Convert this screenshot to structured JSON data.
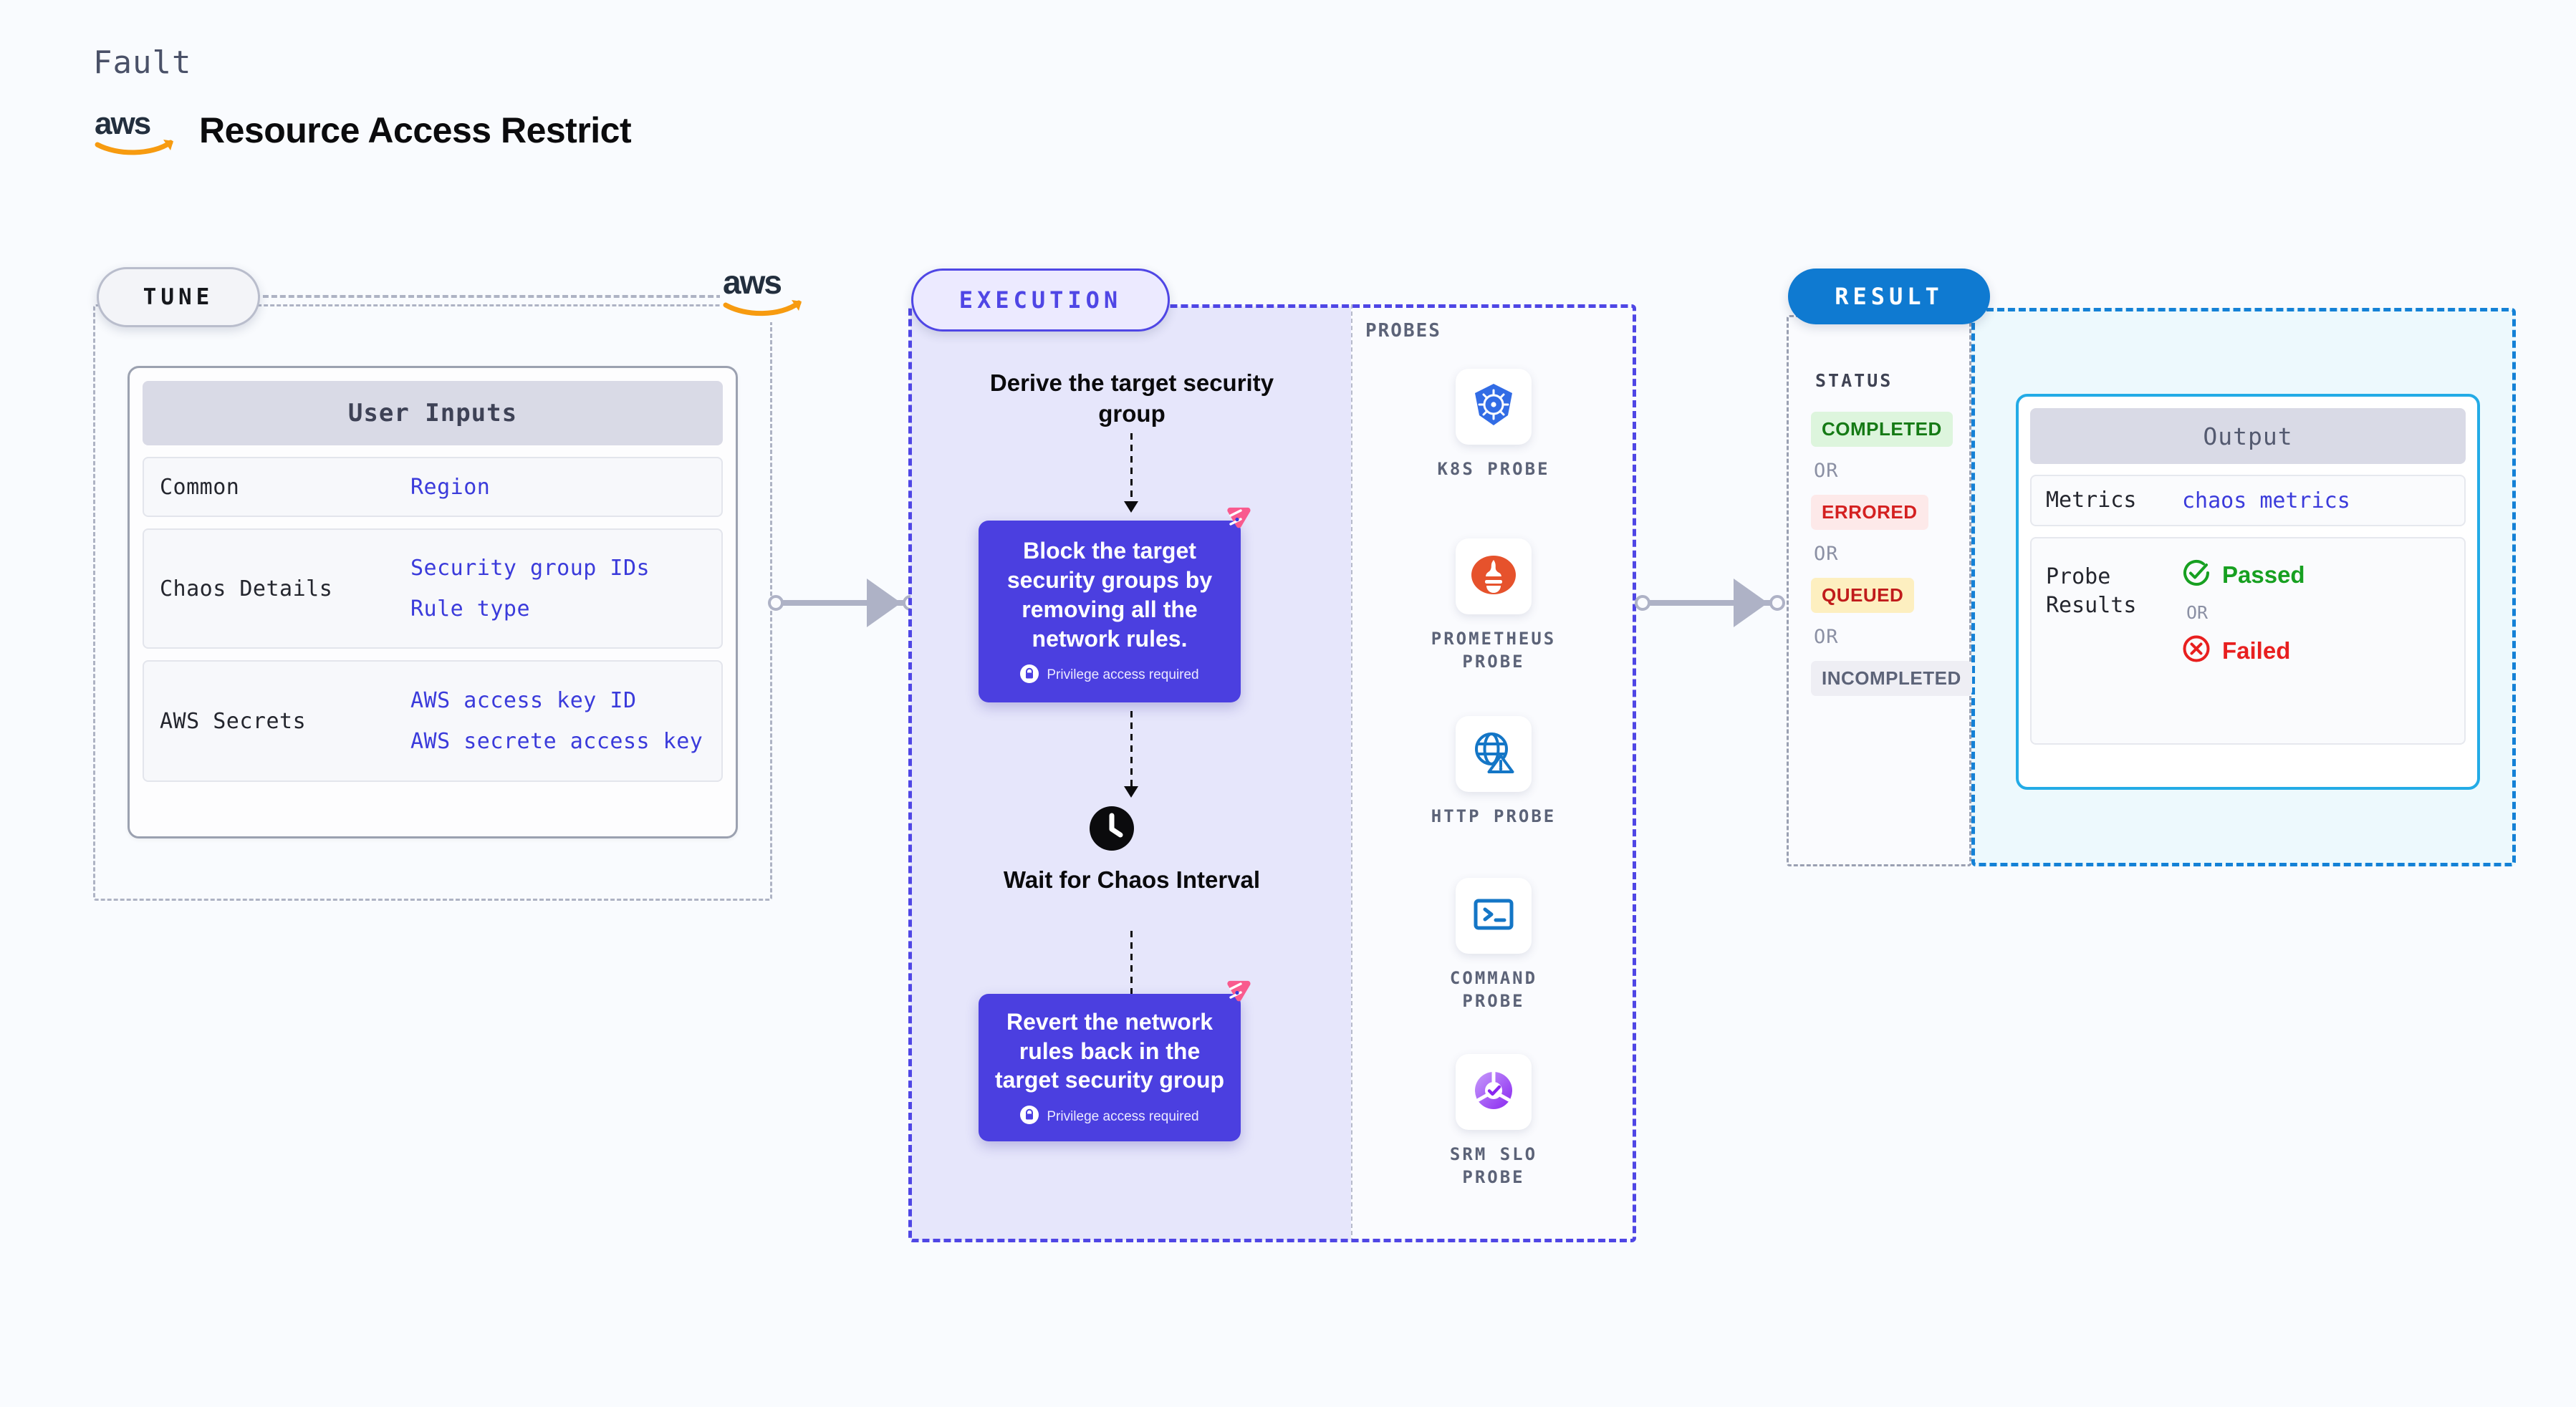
{
  "header": {
    "eyebrow": "Fault",
    "title": "Resource Access Restrict",
    "logo_icon": "aws-logo-icon"
  },
  "tune": {
    "pill_label": "TUNE",
    "badge_icon": "aws-logo-icon",
    "card_title": "User Inputs",
    "rows": [
      {
        "label": "Common",
        "values": [
          "Region"
        ]
      },
      {
        "label": "Chaos Details",
        "values": [
          "Security group IDs",
          "Rule type"
        ]
      },
      {
        "label": "AWS Secrets",
        "values": [
          "AWS access key ID",
          "AWS secrete access key"
        ]
      }
    ]
  },
  "execution": {
    "pill_label": "EXECUTION",
    "step_derive": "Derive the target security group",
    "step_wait": "Wait for Chaos Interval",
    "wait_icon": "clock-icon",
    "cards": [
      {
        "title": "Block the target security groups by removing all the network rules.",
        "privilege": "Privilege access required",
        "lock_icon": "lock-icon",
        "corner_icon": "harness-logo-icon"
      },
      {
        "title": "Revert the network rules back in the target security group",
        "privilege": "Privilege access required",
        "lock_icon": "lock-icon",
        "corner_icon": "harness-logo-icon"
      }
    ]
  },
  "probes": {
    "section_label": "PROBES",
    "items": [
      {
        "label": "K8S PROBE",
        "icon": "kubernetes-icon"
      },
      {
        "label": "PROMETHEUS PROBE",
        "icon": "prometheus-icon"
      },
      {
        "label": "HTTP PROBE",
        "icon": "http-globe-warning-icon"
      },
      {
        "label": "COMMAND PROBE",
        "icon": "terminal-icon"
      },
      {
        "label": "SRM SLO PROBE",
        "icon": "srm-slo-icon"
      }
    ]
  },
  "result": {
    "pill_label": "RESULT",
    "status_label": "STATUS",
    "or_label": "OR",
    "statuses": [
      {
        "label": "COMPLETED",
        "bg": "#ddf5dd",
        "fg": "#157a15"
      },
      {
        "label": "ERRORED",
        "bg": "#fde9e9",
        "fg": "#d42020"
      },
      {
        "label": "QUEUED",
        "bg": "#fdefc0",
        "fg": "#c01b1b"
      },
      {
        "label": "INCOMPLETED",
        "bg": "#eeeef4",
        "fg": "#5c6378"
      }
    ],
    "output": {
      "card_title": "Output",
      "metrics_label": "Metrics",
      "metrics_value": "chaos metrics",
      "probe_results_label": "Probe Results",
      "passed_label": "Passed",
      "passed_icon": "check-circle-icon",
      "failed_label": "Failed",
      "failed_icon": "x-circle-icon",
      "or_label": "OR"
    }
  },
  "colors": {
    "background": "#f9fbfe",
    "accent_indigo": "#4f46e5",
    "accent_blue": "#0f7ad1",
    "accent_cyan": "#23abe6",
    "harness_pink": "#f95a8e",
    "value_text": "#3b3bdb",
    "aws_orange": "#f79b10"
  }
}
